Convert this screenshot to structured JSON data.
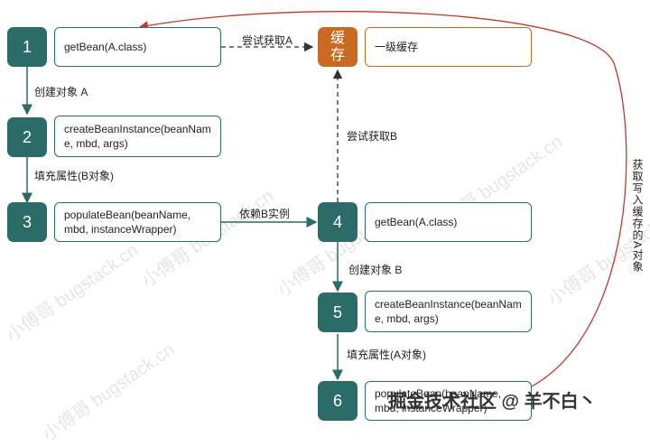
{
  "watermark": "小傅哥 bugstack.cn",
  "nodes": {
    "n1": {
      "num": "1",
      "text": "getBean(A.class)"
    },
    "n2": {
      "num": "2",
      "text": "createBeanInstance(beanName, mbd, args)"
    },
    "n3": {
      "num": "3",
      "text": "populateBean(beanName, mbd, instanceWrapper)"
    },
    "n4": {
      "num": "4",
      "text": "getBean(A.class)"
    },
    "n5": {
      "num": "5",
      "text": "createBeanInstance(beanName, mbd, args)"
    },
    "n6": {
      "num": "6",
      "text": "populateBean(beanName, mbd, instanceWrapper)"
    }
  },
  "cache": {
    "icon": "缓\n存",
    "text": "一级缓存"
  },
  "labels": {
    "try_get_a": "尝试获取A",
    "create_a": "创建对象 A",
    "fill_b": "填充属性(B对象)",
    "depend_b": "依赖B实例",
    "try_get_b": "尝试获取B",
    "create_b": "创建对象 B",
    "fill_a": "填充属性(A对象)",
    "return_a": "获取写入缓存的A对象"
  },
  "footer": "掘金技术社区 @ 羊不白丶",
  "colors": {
    "node": "#2b6b68",
    "cache": "#c96a23",
    "loop": "#c0392b"
  }
}
